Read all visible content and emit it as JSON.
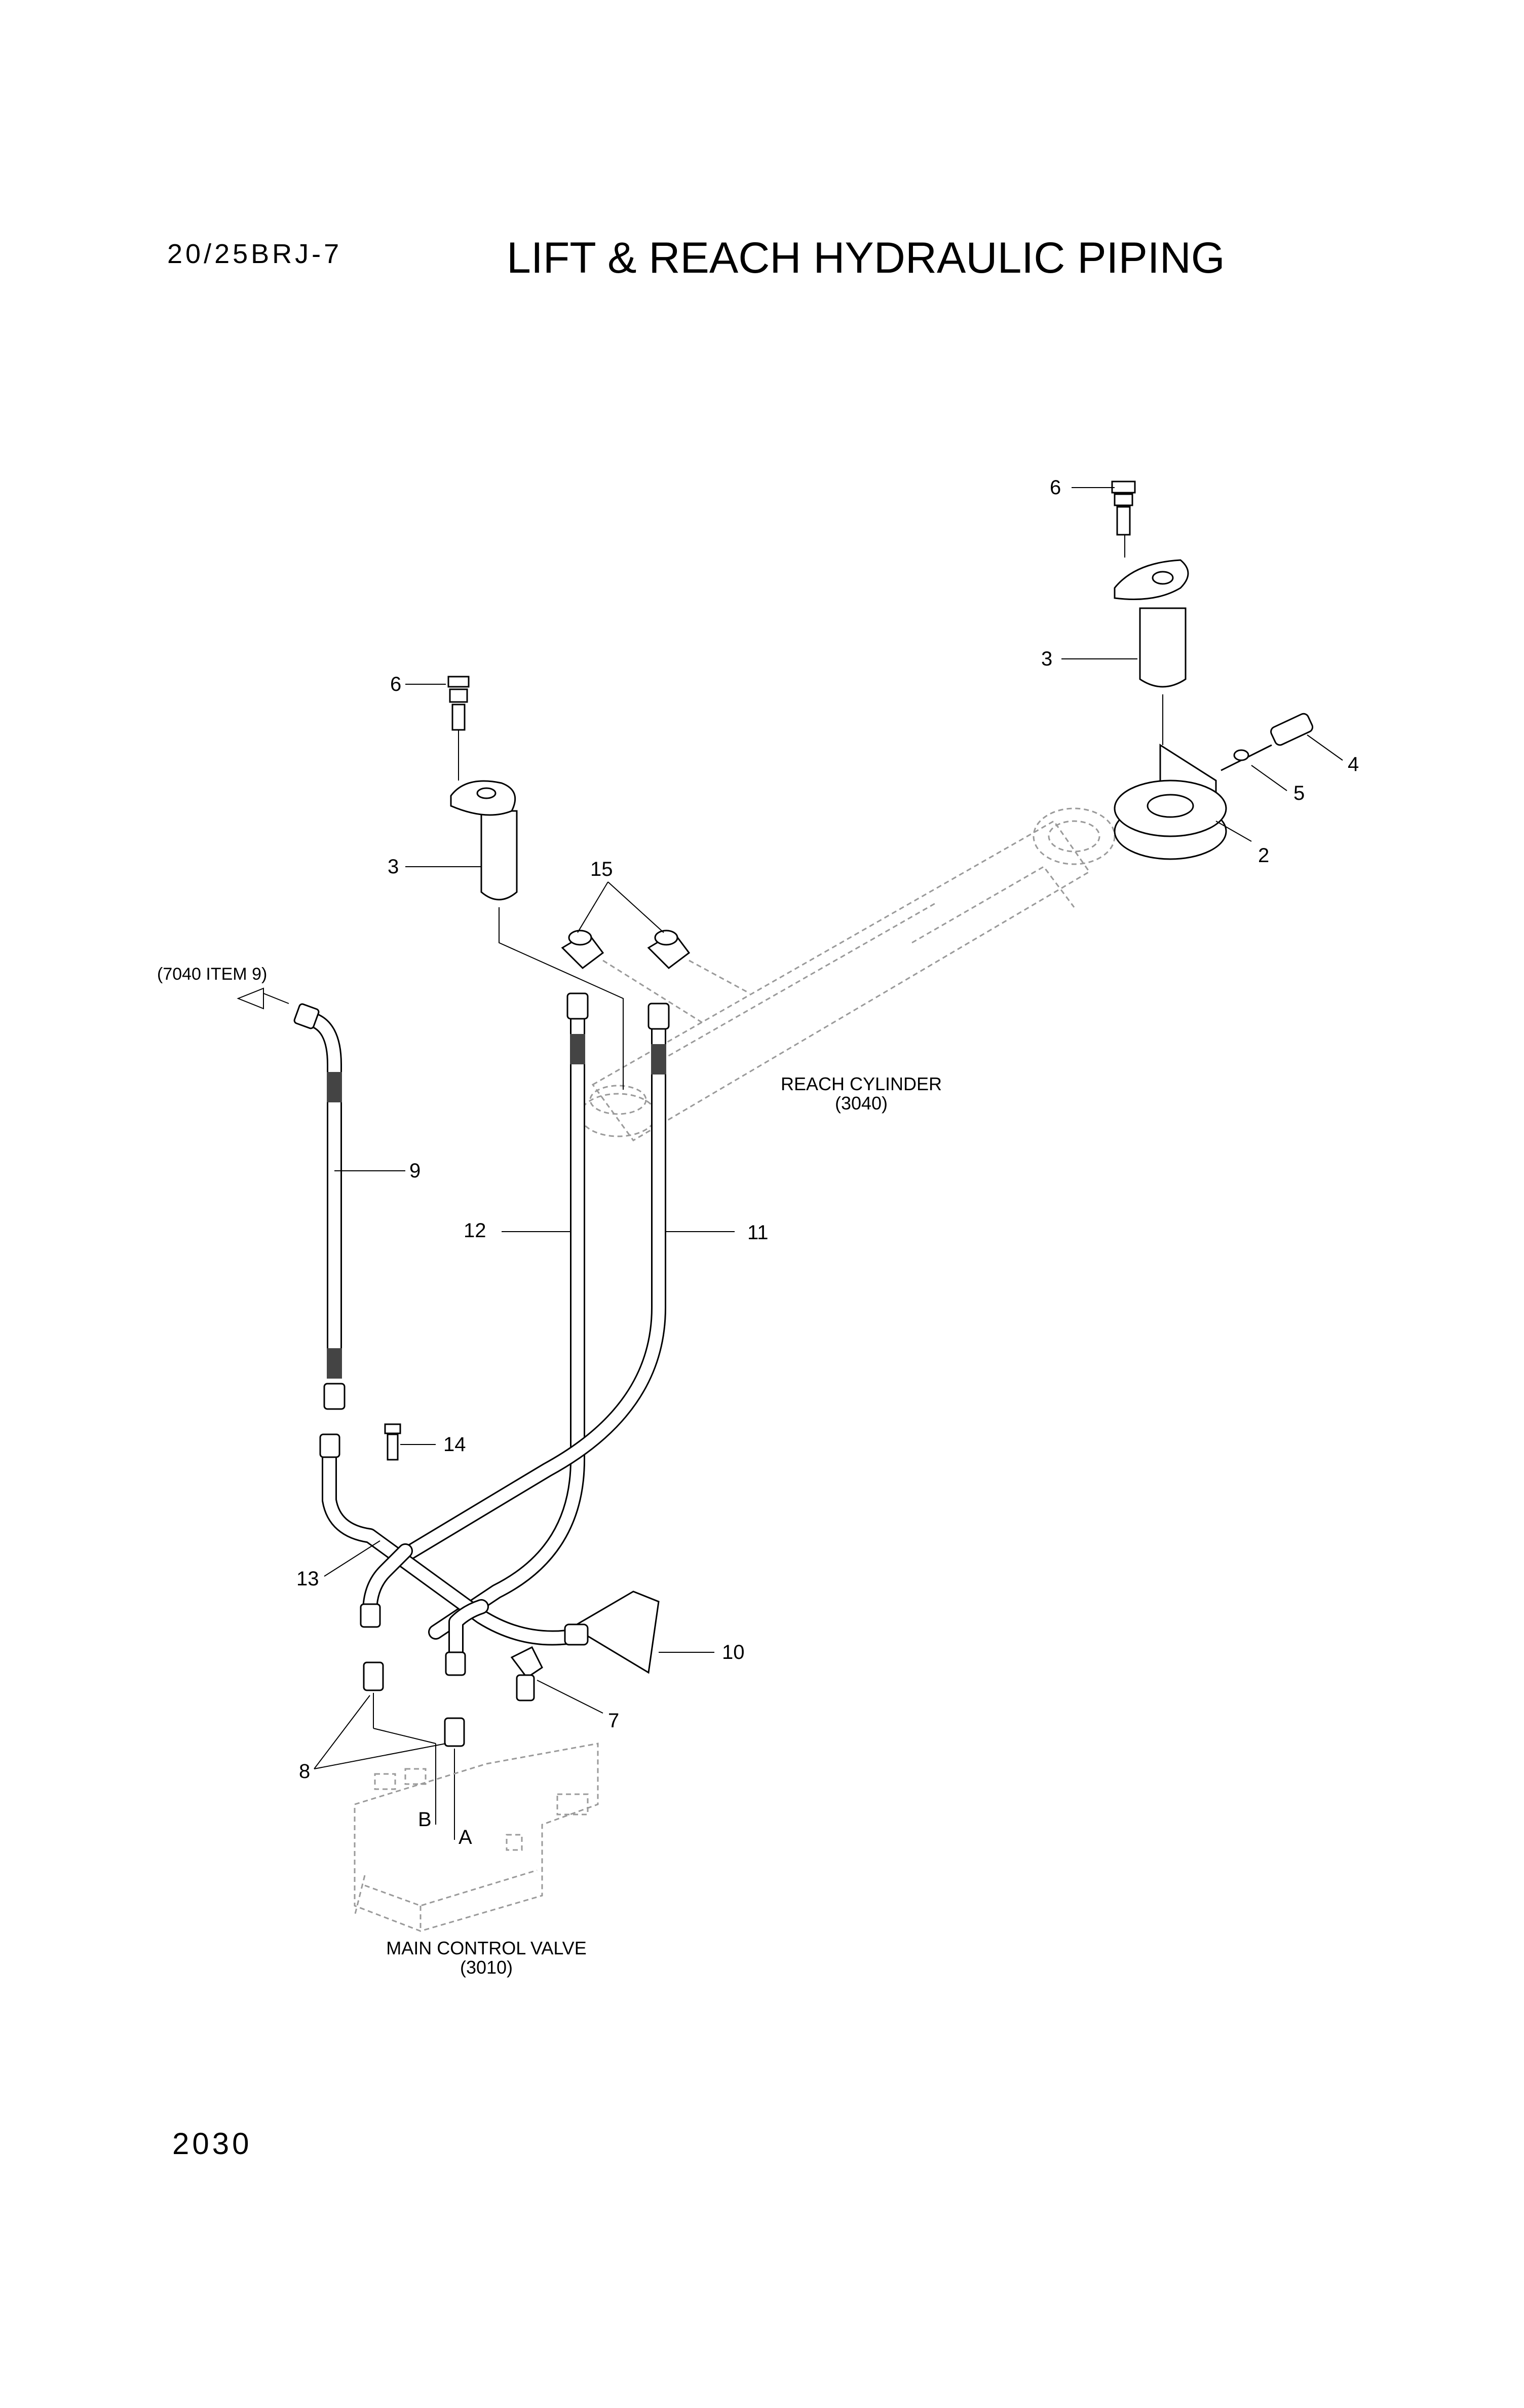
{
  "header": {
    "model": "20/25BRJ-7",
    "title": "LIFT & REACH HYDRAULIC PIPING"
  },
  "footer": {
    "page_number": "2030"
  },
  "callouts": {
    "c6_top": "6",
    "c3_top": "3",
    "c4": "4",
    "c5": "5",
    "c2": "2",
    "c6_left": "6",
    "c3_left": "3",
    "c15": "15",
    "c9": "9",
    "c12": "12",
    "c11": "11",
    "c14": "14",
    "c13": "13",
    "c10": "10",
    "c7": "7",
    "c8": "8",
    "port_b": "B",
    "port_a": "A"
  },
  "notes": {
    "ref_7040": "(7040 ITEM 9)",
    "reach_cylinder": "REACH CYLINDER",
    "reach_cylinder_ref": "(3040)",
    "main_valve": "MAIN CONTROL VALVE",
    "main_valve_ref": "(3010)"
  }
}
